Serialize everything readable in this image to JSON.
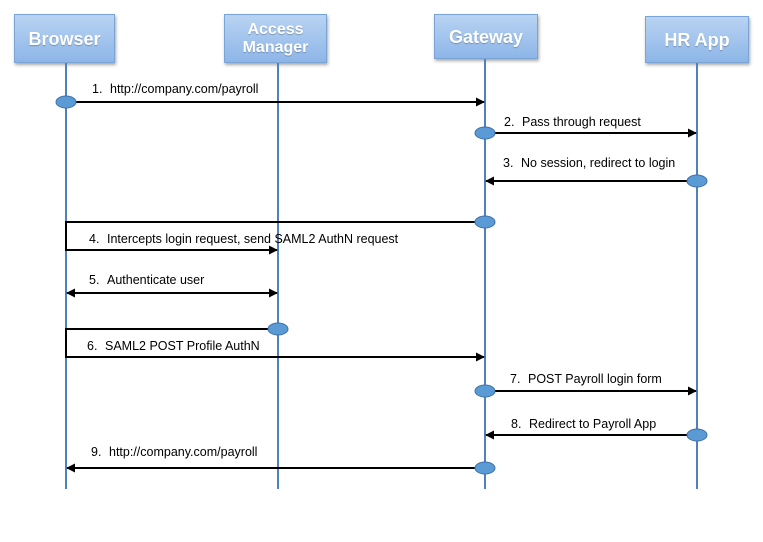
{
  "participants": [
    {
      "id": "browser",
      "name": "Browser"
    },
    {
      "id": "am",
      "name": "Access\nManager"
    },
    {
      "id": "gw",
      "name": "Gateway"
    },
    {
      "id": "hr",
      "name": "HR App"
    }
  ],
  "messages": [
    {
      "num": "1.",
      "text": "http://company.com/payroll",
      "from": "browser",
      "to": "gw"
    },
    {
      "num": "2.",
      "text": "Pass through request",
      "from": "gw",
      "to": "hr"
    },
    {
      "num": "3.",
      "text": "No session, redirect to login",
      "from": "hr",
      "to": "gw"
    },
    {
      "num": "4.",
      "text": "Intercepts login request, send SAML2 AuthN request",
      "from": "gw",
      "to": "am",
      "via": "browser"
    },
    {
      "num": "5.",
      "text": "Authenticate user",
      "from": "browser",
      "to": "am",
      "bidirectional": true
    },
    {
      "num": "6.",
      "text": "SAML2 POST Profile AuthN",
      "from": "am",
      "to": "gw",
      "via": "browser"
    },
    {
      "num": "7.",
      "text": "POST Payroll login form",
      "from": "gw",
      "to": "hr"
    },
    {
      "num": "8.",
      "text": "Redirect to Payroll App",
      "from": "hr",
      "to": "gw"
    },
    {
      "num": "9.",
      "text": "http://company.com/payroll",
      "from": "gw",
      "to": "browser"
    }
  ],
  "colors": {
    "lifeline": "#4f81bd",
    "node_fill": "#5b9bd5",
    "arrow": "#000000"
  }
}
